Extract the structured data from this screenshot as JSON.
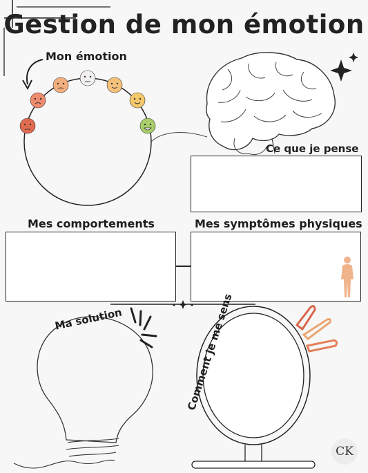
{
  "title": "Gestion de mon émotion",
  "sections": {
    "emotion": "Mon émotion",
    "thoughts": "Ce que je pense",
    "behaviors": "Mes comportements",
    "symptoms": "Mes symptômes physiques",
    "solution": "Ma solution",
    "feeling": "Comment je me sens"
  },
  "logo": "CK",
  "colors": {
    "emotion_scale": [
      "#e06a4f",
      "#ee8b6c",
      "#f3ae7d",
      "#f1efef",
      "#f6c27a",
      "#f4c96b",
      "#a8cd6a"
    ]
  }
}
